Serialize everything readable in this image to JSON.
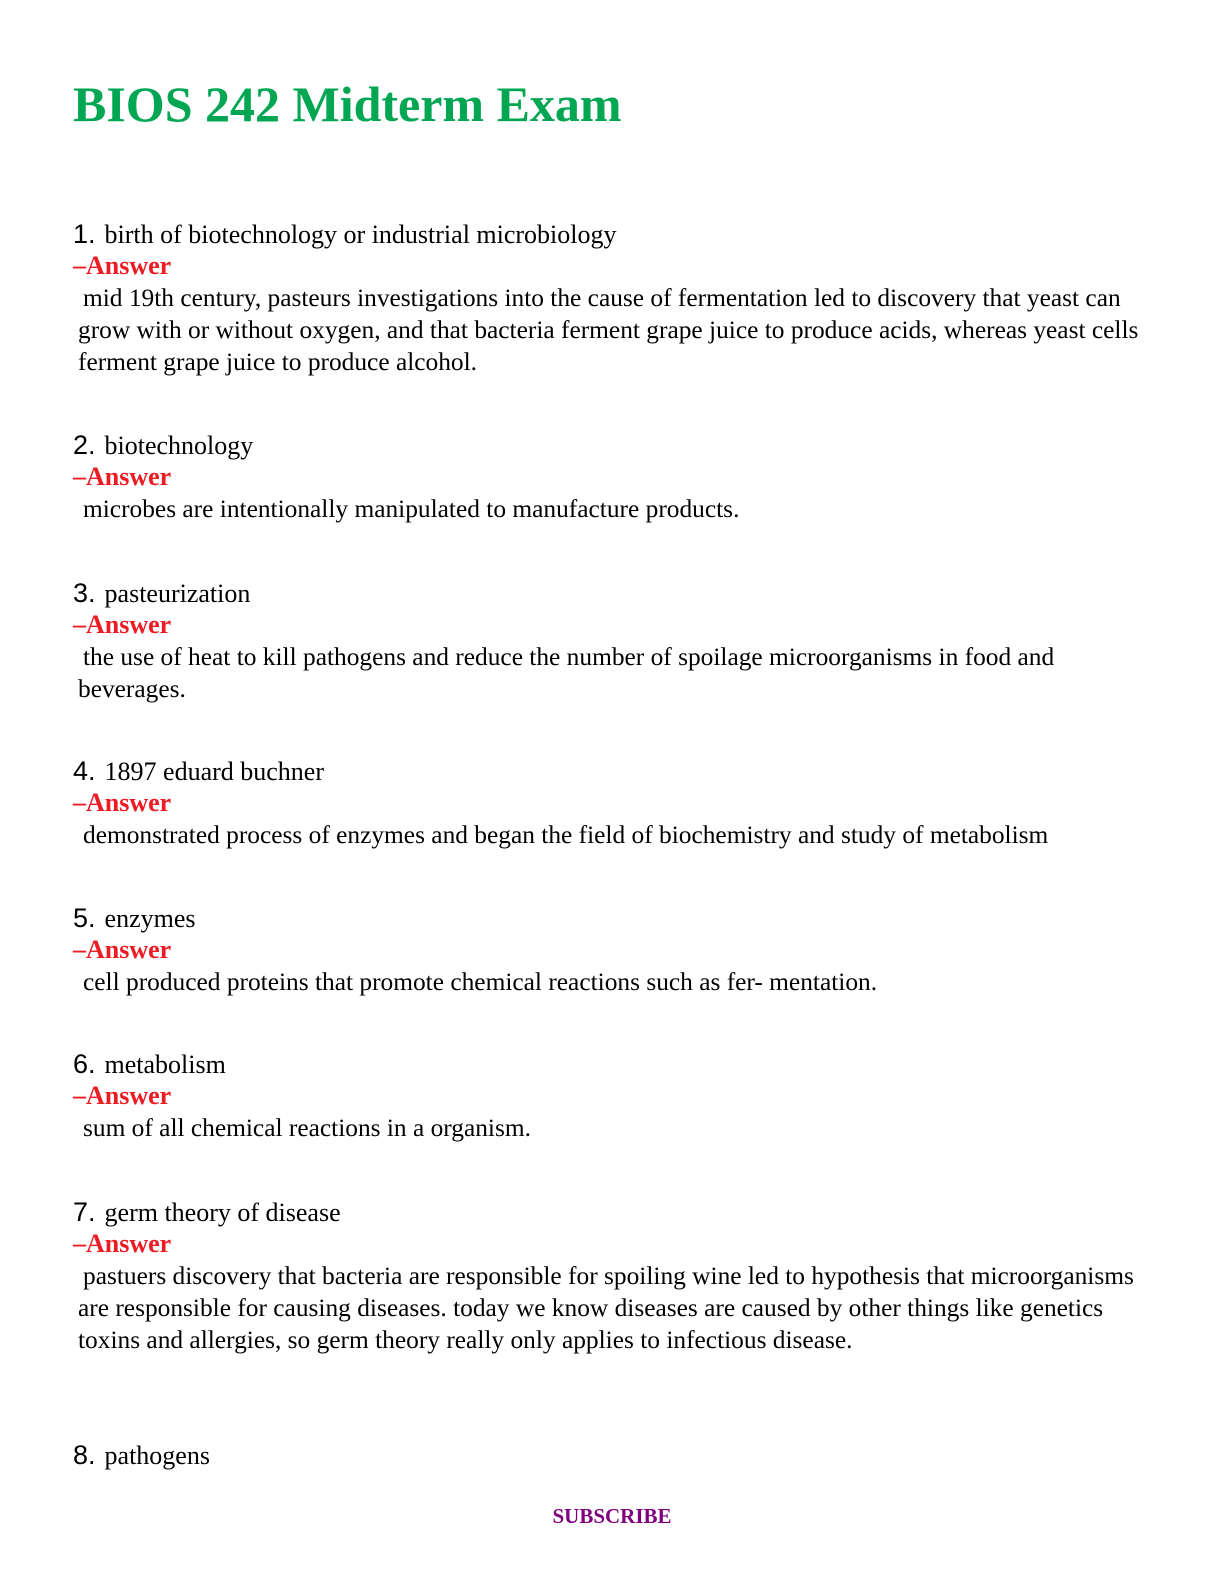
{
  "title": "BIOS 242 Midterm Exam",
  "answer_label": "–Answer",
  "questions": [
    {
      "number": "1.",
      "term": "birth of biotechnology or industrial microbiology",
      "answer": "mid 19th century, pasteurs investigations into the cause of fermentation led to discovery that yeast can grow with or without oxygen, and that bacteria ferment grape juice to produce acids, whereas yeast cells ferment grape juice to produce alcohol."
    },
    {
      "number": "2.",
      "term": "biotechnology",
      "answer": "microbes are intentionally manipulated to manufacture products."
    },
    {
      "number": "3.",
      "term": "pasteurization",
      "answer": "the use of heat to kill pathogens and reduce the number of spoilage microorganisms in food and beverages."
    },
    {
      "number": "4.",
      "term": "1897 eduard buchner",
      "answer": "demonstrated process of enzymes and began the field of biochemistry and study of metabolism"
    },
    {
      "number": "5.",
      "term": "enzymes",
      "answer": "cell produced proteins that promote chemical reactions such as fer- mentation."
    },
    {
      "number": "6.",
      "term": "metabolism",
      "answer": "sum of all chemical reactions in a organism."
    },
    {
      "number": "7.",
      "term": "germ theory of disease",
      "answer": "pastuers discovery that bacteria are responsible for spoiling wine led to hypothesis that microorganisms are responsible for causing diseases. today we know diseases are caused by other things like genetics toxins and allergies, so germ theory really only applies to infectious disease."
    },
    {
      "number": "8.",
      "term": "pathogens"
    }
  ],
  "footer": {
    "subscribe_label": "SUBSCRIBE"
  }
}
